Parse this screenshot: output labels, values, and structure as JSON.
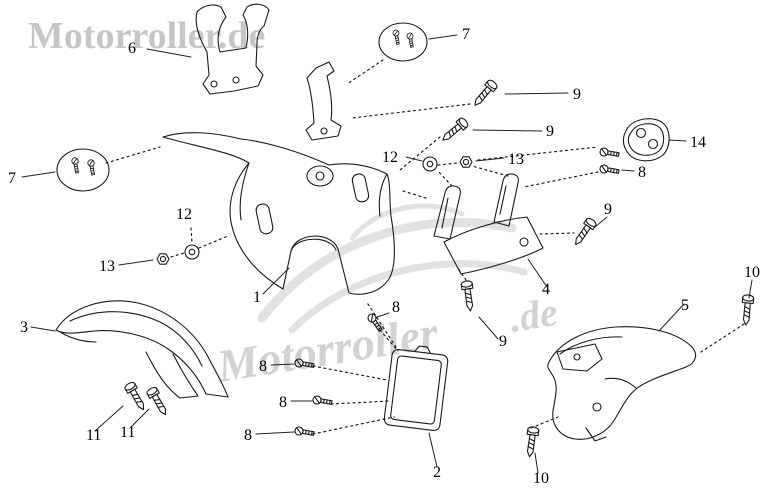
{
  "watermarks": {
    "top_left": "Motorroller.de",
    "center_text": "Motorroller",
    "center_de": ".de"
  },
  "callouts": {
    "c6": "6",
    "c7_top": "7",
    "c7_left": "7",
    "c9_a": "9",
    "c9_b": "9",
    "c12_a": "12",
    "c13_a": "13",
    "c14": "14",
    "c8_a": "8",
    "c12_b": "12",
    "c13_b": "13",
    "c1": "1",
    "c4": "4",
    "c9_c": "9",
    "c9_d": "9",
    "c10_a": "10",
    "c5": "5",
    "c3": "3",
    "c8_b": "8",
    "c8_c": "8",
    "c8_d": "8",
    "c8_e": "8",
    "c11_a": "11",
    "c11_b": "11",
    "c2": "2",
    "c10_b": "10"
  }
}
